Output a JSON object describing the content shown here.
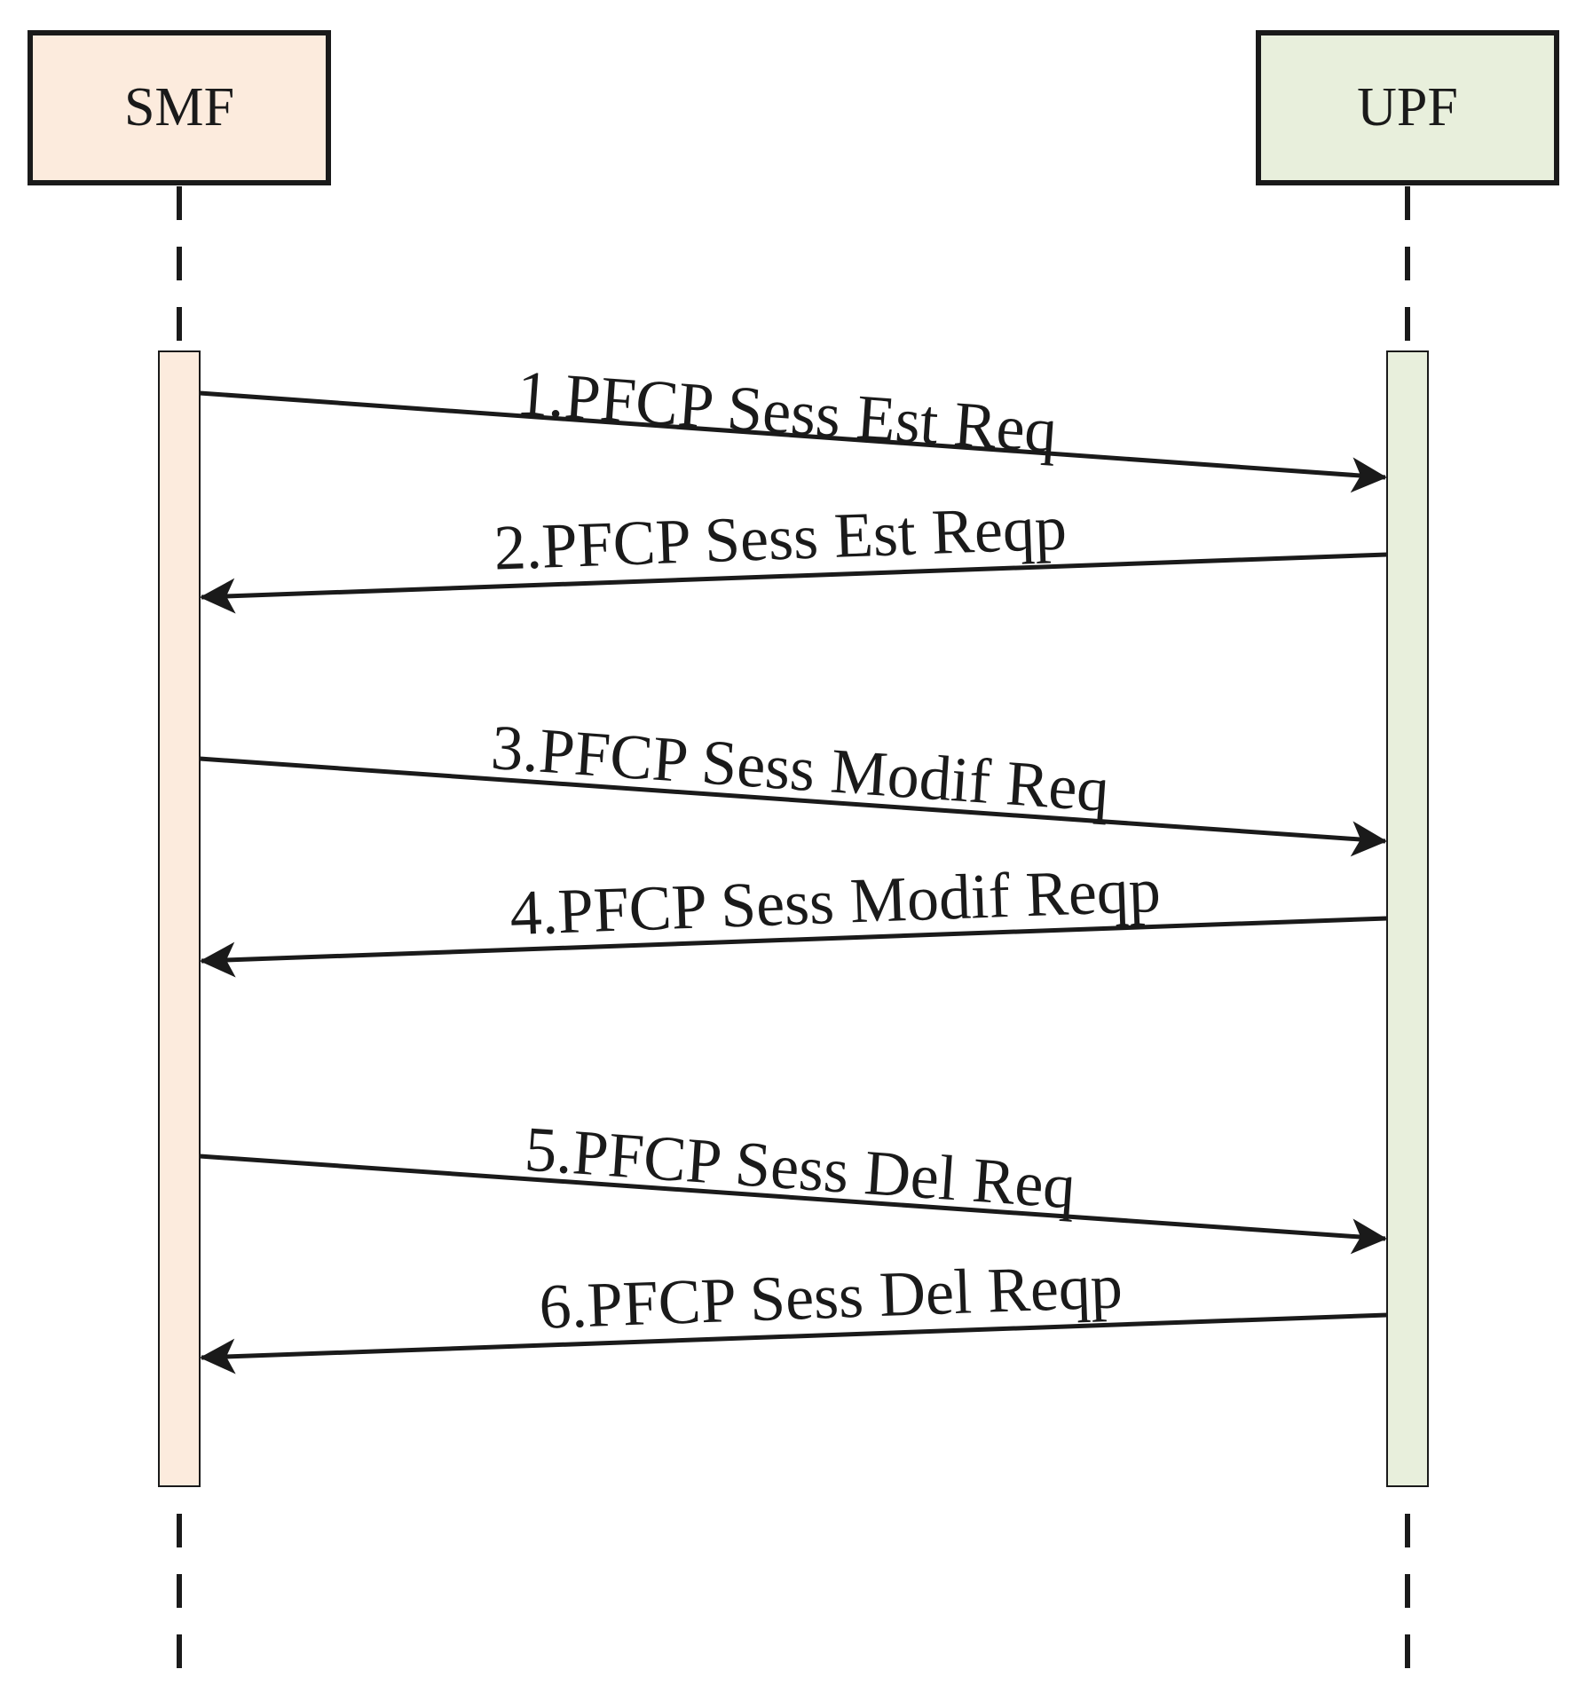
{
  "participants": [
    {
      "id": "smf",
      "label": "SMF",
      "fill": "#fcebdd"
    },
    {
      "id": "upf",
      "label": "UPF",
      "fill": "#e8efdc"
    }
  ],
  "colors": {
    "stroke": "#1a1a1a",
    "smf_activation": "#fcebdd",
    "upf_activation": "#e8efdc"
  },
  "messages": [
    {
      "label": "1.PFCP Sess Est Req",
      "from": "SMF",
      "to": "UPF"
    },
    {
      "label": "2.PFCP Sess Est Reqp",
      "from": "UPF",
      "to": "SMF"
    },
    {
      "label": "3.PFCP Sess Modif Req",
      "from": "SMF",
      "to": "UPF"
    },
    {
      "label": "4.PFCP Sess Modif Reqp",
      "from": "UPF",
      "to": "SMF"
    },
    {
      "label": "5.PFCP Sess Del Req",
      "from": "SMF",
      "to": "UPF"
    },
    {
      "label": "6.PFCP Sess Del Reqp",
      "from": "UPF",
      "to": "SMF"
    }
  ]
}
